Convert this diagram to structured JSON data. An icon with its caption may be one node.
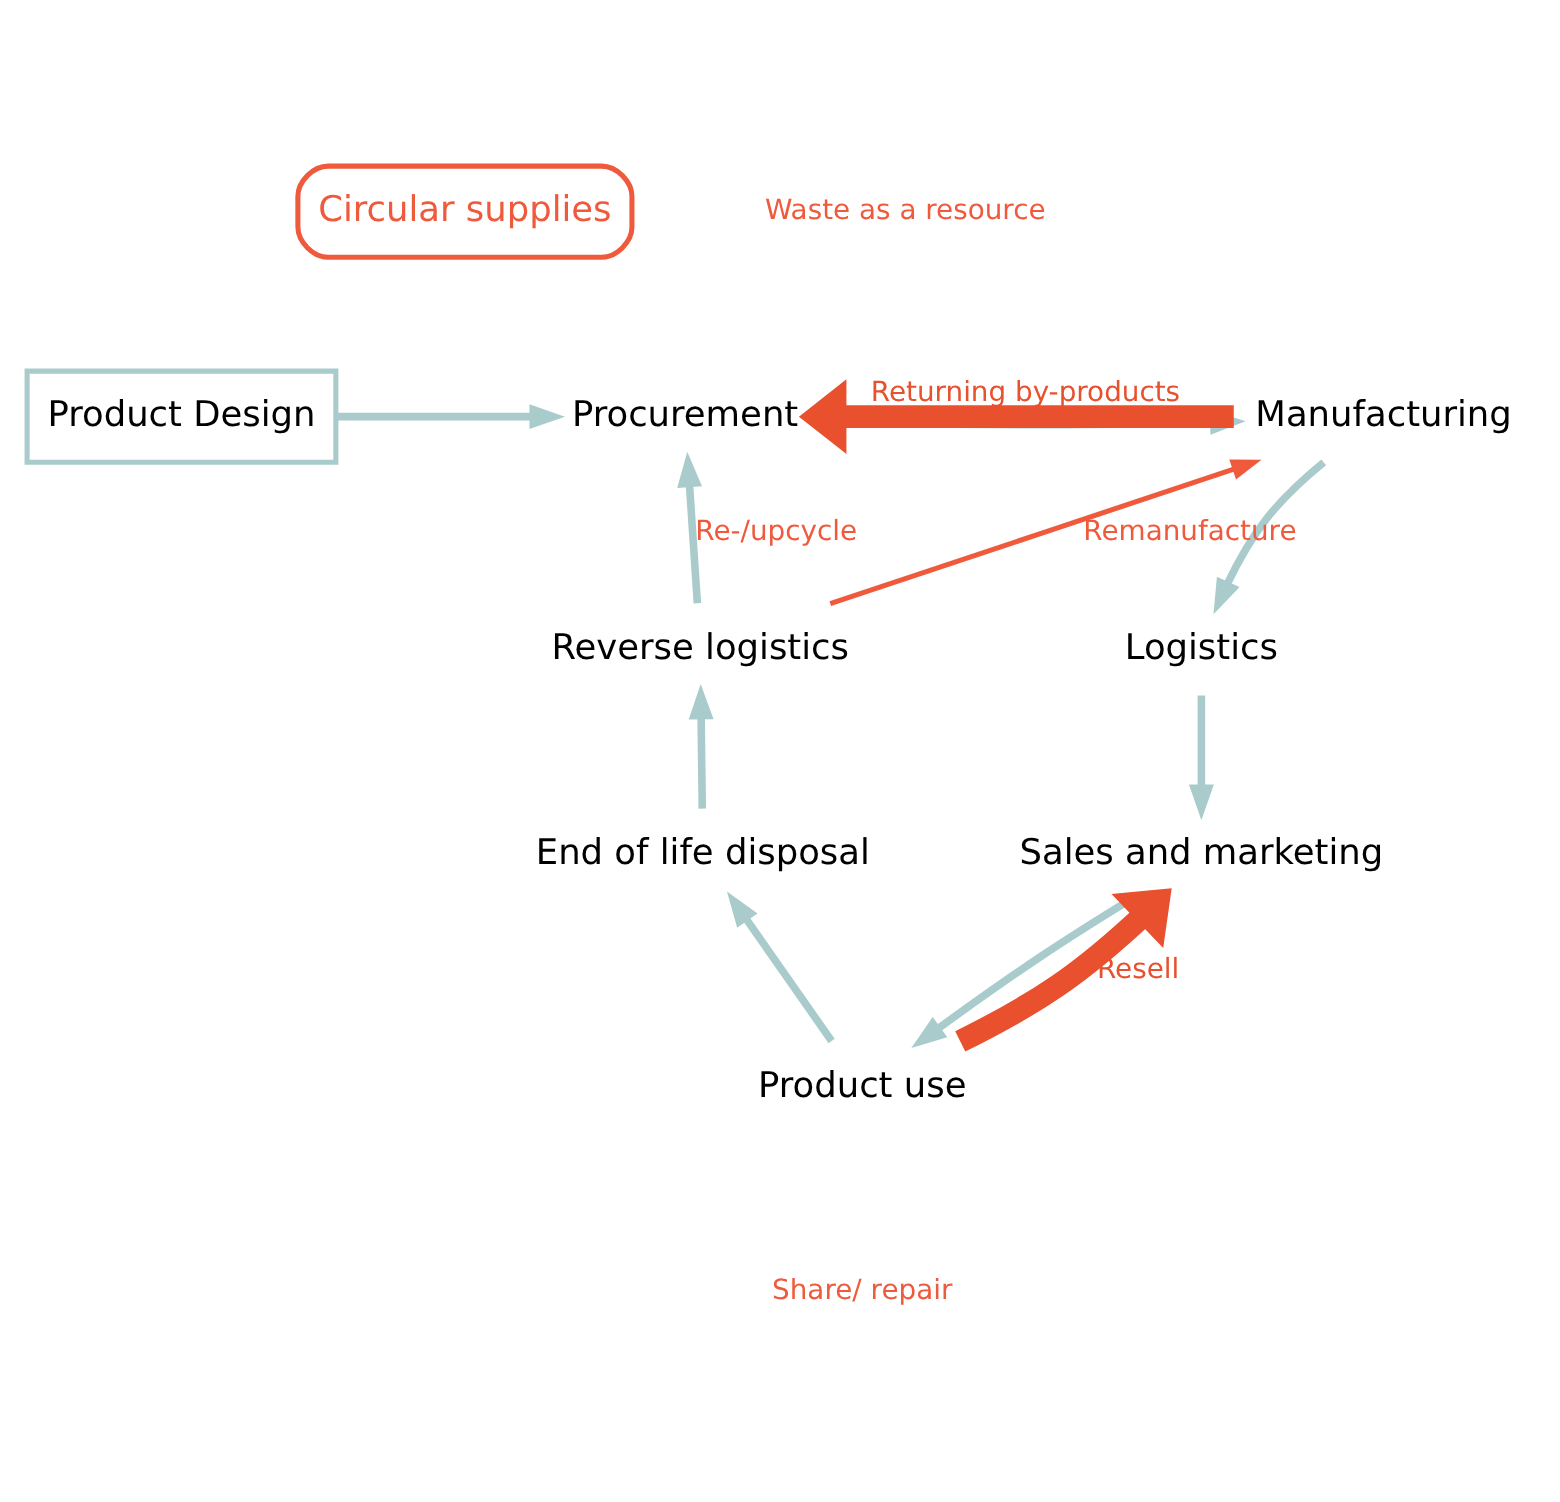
{
  "diagram": {
    "nodes": [
      {
        "text": [
          "Circular supplies"
        ]
      },
      {
        "text": [
          "Product Design"
        ]
      },
      {
        "text": [
          "Procurement"
        ]
      },
      {
        "text": [
          "Manufacturing"
        ]
      },
      {
        "text": [
          "Logistics"
        ]
      },
      {
        "text": [
          "Sales and marketing"
        ]
      },
      {
        "text": [
          "Product use"
        ]
      },
      {
        "text": [
          "End of life disposal"
        ]
      },
      {
        "text": [
          "Reverse logistics"
        ]
      }
    ],
    "edges": [
      {
        "from": 1,
        "to": 2,
        "arrow": "to"
      },
      {
        "from": 2,
        "to": 3,
        "arrow": "to"
      },
      {
        "from": 3,
        "to": 2,
        "arrow": "to",
        "label": "Returning by-products",
        "style": "thick",
        "color": "#e8502e"
      },
      {
        "from": 3,
        "to": 4,
        "arrow": "to"
      },
      {
        "from": 4,
        "to": 5,
        "arrow": "to"
      },
      {
        "from": 5,
        "to": 6,
        "arrow": "to"
      },
      {
        "from": 6,
        "to": 7,
        "arrow": "to"
      },
      {
        "from": 7,
        "to": 8,
        "arrow": "to"
      },
      {
        "from": 8,
        "to": 2,
        "arrow": "to",
        "label": "Re-/upcycle"
      },
      {
        "from": 8,
        "to": 3,
        "arrow": "to",
        "label": "Remanufacture",
        "color": "#f05a3c"
      },
      {
        "from": 6,
        "to": 5,
        "arrow": "to",
        "label": "Resell",
        "style": "thick",
        "color": "#e8502e"
      }
    ],
    "labels": [
      "Waste as a resource",
      "Share/ repair"
    ]
  }
}
